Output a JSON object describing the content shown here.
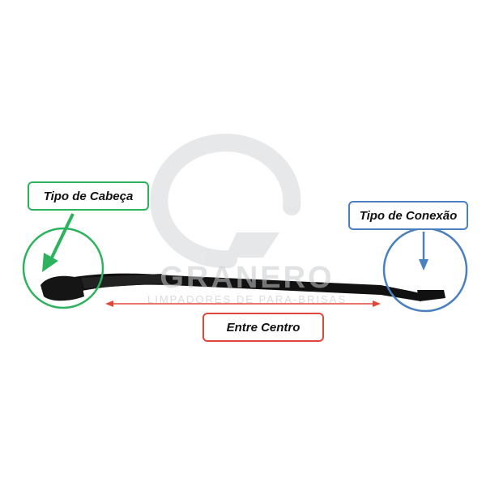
{
  "watermark": {
    "brand": "GRANERO",
    "tagline": "LIMPADORES DE PARA-BRISAS"
  },
  "labels": {
    "head_type": "Tipo de Cabeça",
    "connection_type": "Tipo de Conexão",
    "center_distance": "Entre Centro"
  },
  "colors": {
    "head": "#2db35d",
    "connection": "#4a7fc0",
    "center": "#e0463a",
    "arm": "#111111",
    "watermark": "#c9cccf"
  }
}
